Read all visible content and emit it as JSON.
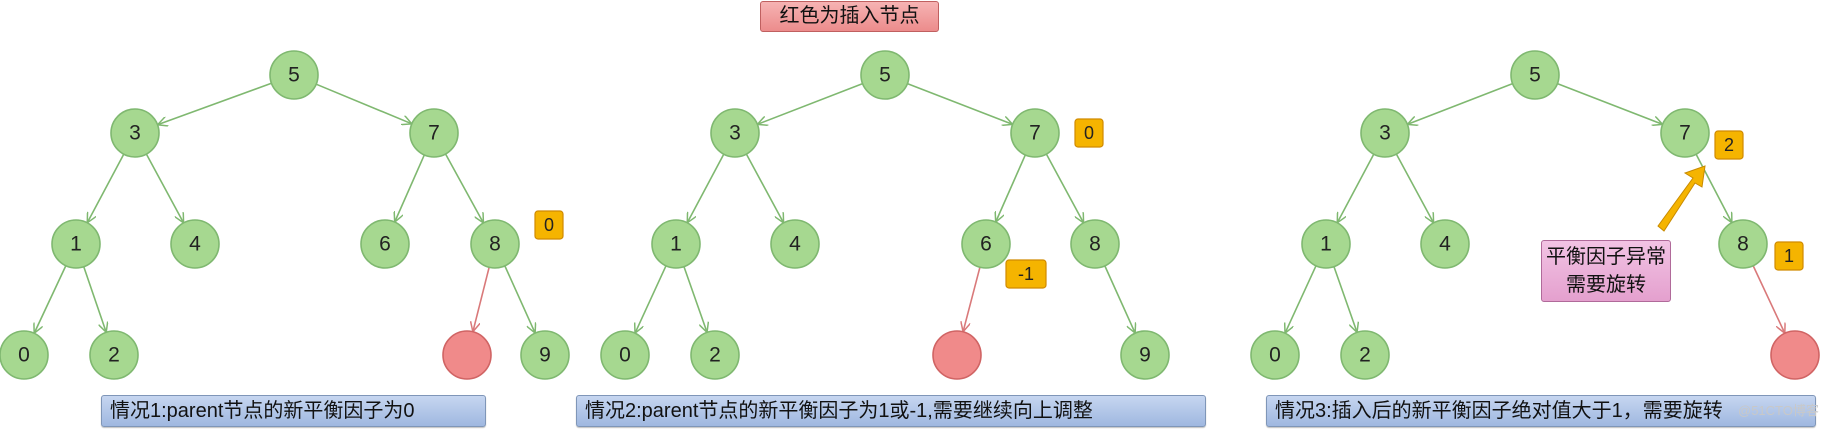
{
  "title": "红色为插入节点",
  "cases": [
    {
      "label": "情况1:parent节点的新平衡因子为0"
    },
    {
      "label": "情况2:parent节点的新平衡因子为1或-1,需要继续向上调整"
    },
    {
      "label": "情况3:插入后的新平衡因子绝对值大于1，需要旋转"
    }
  ],
  "note": {
    "line1": "平衡因子异常",
    "line2": "需要旋转"
  },
  "trees": [
    {
      "nodes": [
        "5",
        "3",
        "7",
        "1",
        "4",
        "6",
        "8",
        "0",
        "2",
        "9"
      ],
      "inserted_parent": "8",
      "badges": [
        {
          "node": "8",
          "value": "0"
        }
      ]
    },
    {
      "nodes": [
        "5",
        "3",
        "7",
        "1",
        "4",
        "6",
        "8",
        "0",
        "2",
        "9"
      ],
      "inserted_parent": "6",
      "badges": [
        {
          "node": "7",
          "value": "0"
        },
        {
          "node": "6",
          "value": "-1"
        }
      ]
    },
    {
      "nodes": [
        "5",
        "3",
        "7",
        "1",
        "4",
        "8",
        "0",
        "2"
      ],
      "inserted_parent": "8",
      "badges": [
        {
          "node": "7",
          "value": "2"
        },
        {
          "node": "8",
          "value": "1"
        }
      ]
    }
  ],
  "colors": {
    "node": "#a6d890",
    "inserted": "#f08a8a",
    "badge": "#f5b400",
    "arrow": "#f5b400"
  },
  "watermark": "@51CTO博客"
}
